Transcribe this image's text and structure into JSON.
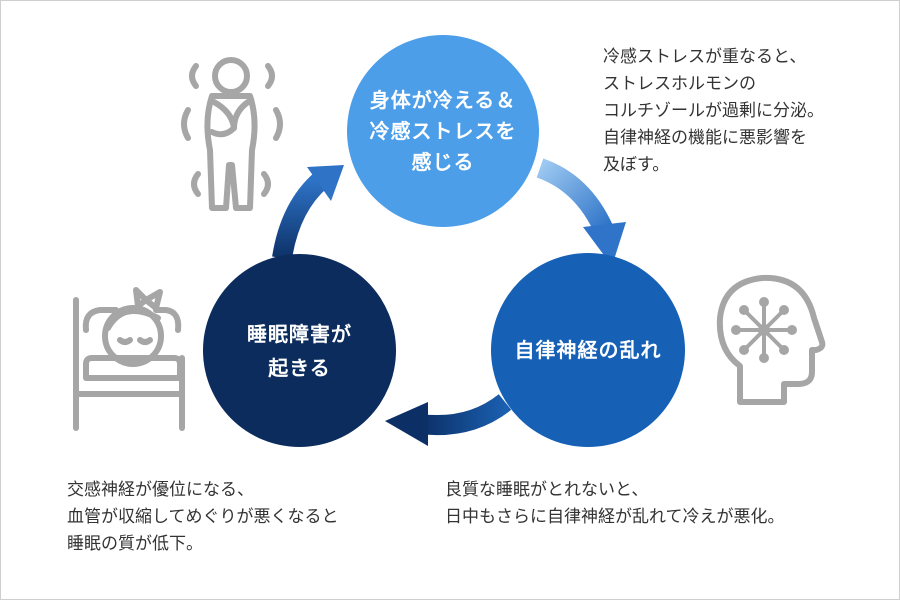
{
  "colors": {
    "top_circle": "#4c9ee9",
    "right_circle": "#1660b6",
    "left_circle": "#0b2c5c",
    "icon_gray": "#a6a6a6",
    "text": "#333333"
  },
  "cycle": {
    "top": {
      "lines": [
        "身体が冷える＆",
        "冷感ストレスを",
        "感じる"
      ]
    },
    "right": {
      "lines": [
        "自律神経の乱れ"
      ]
    },
    "left": {
      "lines": [
        "睡眠障害が",
        "起きる"
      ]
    }
  },
  "notes": {
    "top_right": [
      "冷感ストレスが重なると、",
      "ストレスホルモンの",
      "コルチゾールが過剰に分泌。",
      "自律神経の機能に悪影響を",
      "及ぼす。"
    ],
    "bottom_right": [
      "良質な睡眠がとれないと、",
      "日中もさらに自律神経が乱れて冷えが悪化。"
    ],
    "bottom_left": [
      "交感神経が優位になる、",
      "血管が収縮してめぐりが悪くなると",
      "睡眠の質が低下。"
    ]
  },
  "icons": {
    "top_left": "shivering-person-icon",
    "middle_right": "head-nerves-icon",
    "bottom_left": "sleeping-girl-icon"
  }
}
